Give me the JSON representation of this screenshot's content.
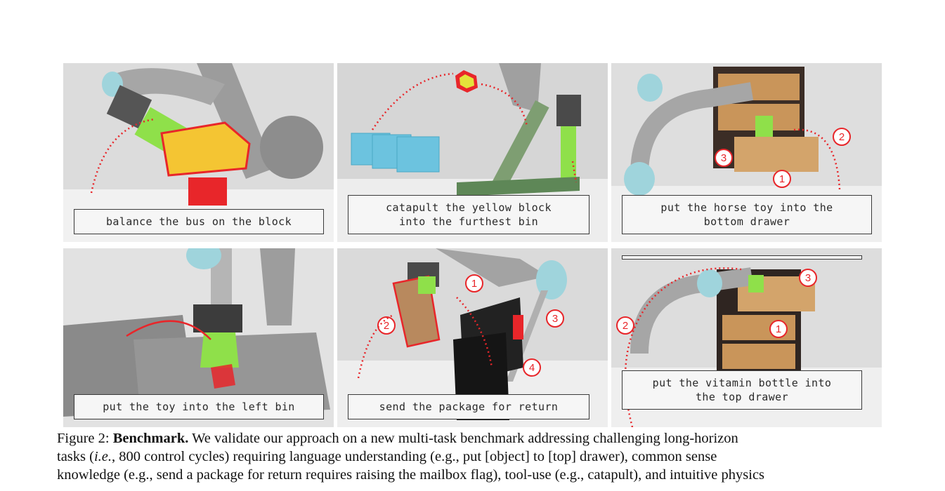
{
  "panels": [
    {
      "caption": "balance the bus on the block"
    },
    {
      "caption_line1": "catapult the yellow block",
      "caption_line2": "into the furthest bin"
    },
    {
      "caption_line1": "put the horse toy into the",
      "caption_line2": "bottom drawer",
      "markers": [
        "1",
        "2",
        "3"
      ]
    },
    {
      "caption": "put the toy into the left bin"
    },
    {
      "caption": "send the package for return",
      "markers": [
        "1",
        "2",
        "3",
        "4"
      ]
    },
    {
      "caption_line1": "put the vitamin bottle into",
      "caption_line2": "the top drawer",
      "markers": [
        "1",
        "2",
        "3"
      ]
    }
  ],
  "figure_caption": {
    "label": "Figure 2:",
    "bold": "Benchmark.",
    "text1": " We validate our approach on a new multi-task benchmark addressing challenging long-horizon",
    "text2a": "tasks (",
    "text2_italic": "i.e.",
    "text2b": ", 800 control cycles) requiring language understanding (e.g., put [object] to [top] drawer), common sense",
    "text3": "knowledge (e.g., send a package for return requires raising the mailbox flag), tool-use (e.g., catapult), and intuitive physics"
  },
  "colors": {
    "highlight": "#e8262a",
    "gripper": "#8fe04a",
    "arm": "#a9a9a9",
    "joint": "#9fd4dc",
    "bin": "#6cc3df",
    "wood": "#c9955a"
  }
}
